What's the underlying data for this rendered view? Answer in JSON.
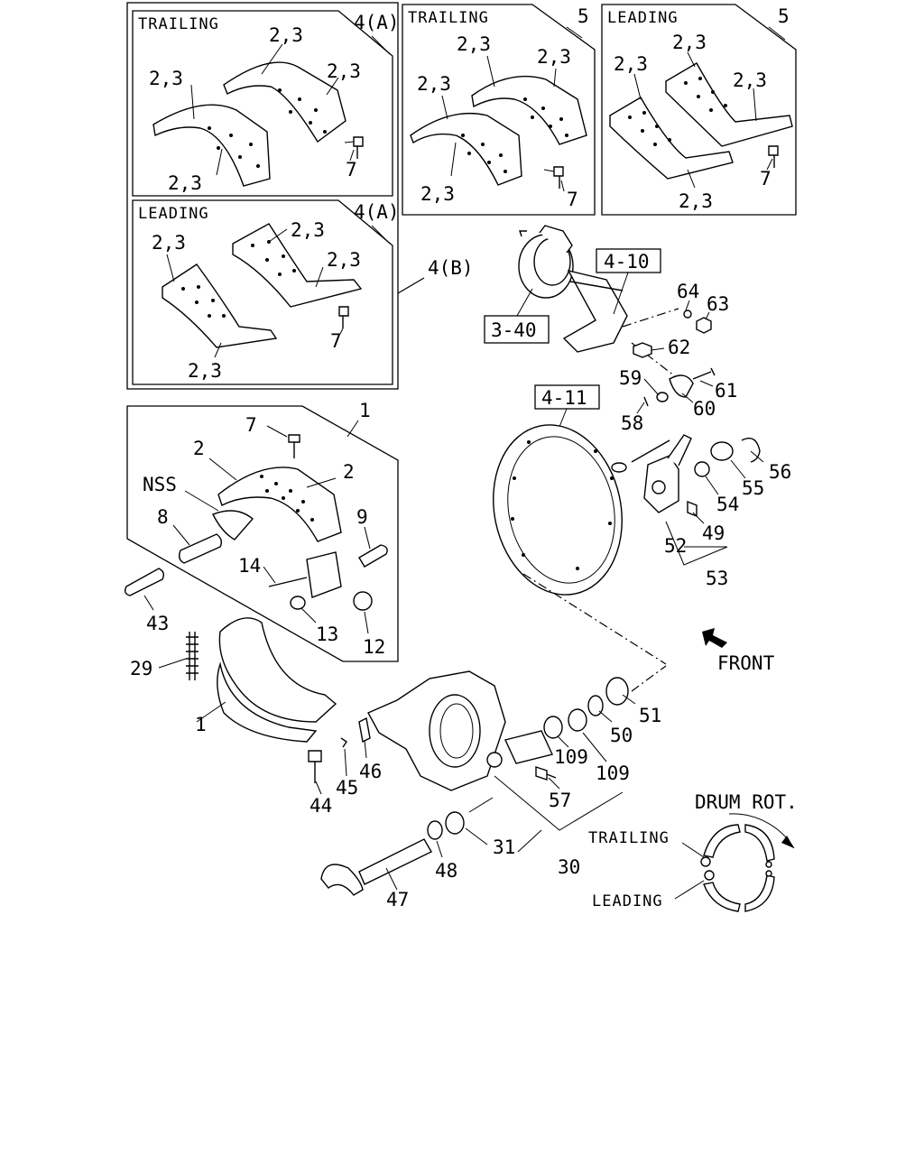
{
  "panels": {
    "trailing_4a": {
      "header": "TRAILING",
      "ref": "4(A)",
      "labels": [
        "2,3",
        "2,3",
        "2,3",
        "2,3",
        "7"
      ]
    },
    "leading_4a": {
      "header": "LEADING",
      "ref": "4(A)",
      "labels": [
        "2,3",
        "2,3",
        "2,3",
        "2,3",
        "7"
      ]
    },
    "group_ref": "4(B)",
    "trailing_5": {
      "header": "TRAILING",
      "ref": "5",
      "labels": [
        "2,3",
        "2,3",
        "2,3",
        "2,3",
        "7"
      ]
    },
    "leading_5": {
      "header": "LEADING",
      "ref": "5",
      "labels": [
        "2,3",
        "2,3",
        "2,3",
        "2,3",
        "7"
      ]
    },
    "shoe_assy": {
      "ref": "1",
      "labels": [
        "7",
        "2",
        "2",
        "NSS",
        "8",
        "9",
        "14",
        "13",
        "12"
      ]
    }
  },
  "boxed_refs": [
    "4-10",
    "3-40",
    "4-11"
  ],
  "callouts": {
    "c64": "64",
    "c63": "63",
    "c62": "62",
    "c59": "59",
    "c61": "61",
    "c60": "60",
    "c58": "58",
    "c56": "56",
    "c55": "55",
    "c54": "54",
    "c49": "49",
    "c52": "52",
    "c53": "53",
    "c43": "43",
    "c29": "29",
    "c1": "1",
    "c51": "51",
    "c50": "50",
    "c109a": "109",
    "c109b": "109",
    "c46": "46",
    "c45": "45",
    "c44": "44",
    "c57": "57",
    "c31": "31",
    "c30": "30",
    "c48": "48",
    "c47": "47"
  },
  "front_label": "FRONT",
  "rotation": {
    "title": "DRUM ROT.",
    "trailing": "TRAILING",
    "leading": "LEADING"
  }
}
